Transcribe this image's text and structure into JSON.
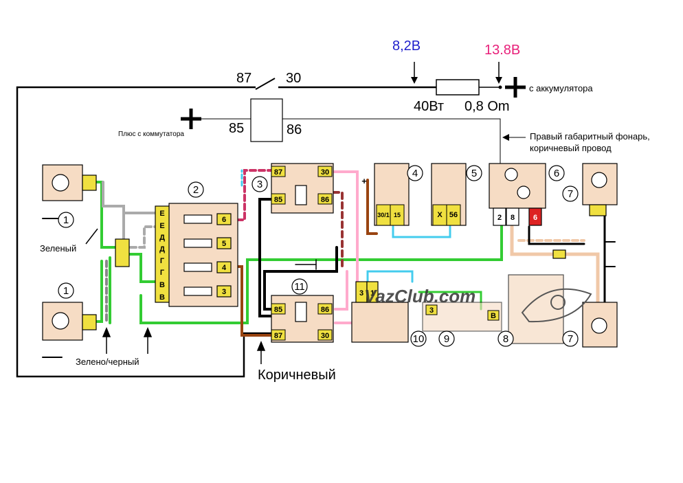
{
  "top_circuit": {
    "voltage_left": "8,2В",
    "voltage_right": "13.8В",
    "pin_87": "87",
    "pin_30": "30",
    "pin_85": "85",
    "pin_86": "86",
    "power_label": "40Вт",
    "resistance_label": "0,8 Om",
    "from_battery": "с аккумулятора",
    "plus_from_switch": "Плюс с коммутатора",
    "right_marker_line1": "Правый габаритный фонарь,",
    "right_marker_line2": "коричневый провод"
  },
  "wire_labels": {
    "green": "Зеленый",
    "green_black": "Зелено/черный",
    "brown": "Коричневый"
  },
  "component_numbers": [
    "1",
    "1",
    "2",
    "3",
    "4",
    "5",
    "6",
    "7",
    "7",
    "8",
    "9",
    "10",
    "11"
  ],
  "fuse_letters": [
    "Е",
    "Е",
    "Д",
    "Д",
    "Г",
    "Г",
    "В",
    "В"
  ],
  "fuse_pins": [
    "6",
    "5",
    "4",
    "3"
  ],
  "relay_pins": {
    "r87": "87",
    "r30": "30",
    "r85": "85",
    "r86": "86"
  },
  "switch4_pins": [
    "30/1",
    "15"
  ],
  "switch5_pins": [
    "X",
    "56"
  ],
  "block6_pins": [
    "2",
    "8",
    "6"
  ],
  "block10_pins": [
    "3",
    "1"
  ],
  "block9_pins": [
    "3",
    "B"
  ],
  "plus_sign": "+",
  "watermark": "VazClub.com"
}
